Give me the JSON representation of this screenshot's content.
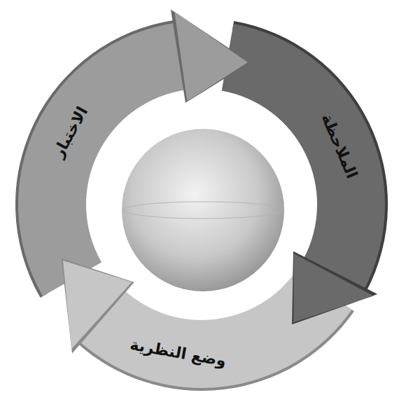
{
  "diagram": {
    "nodes": [
      {
        "text": [
          "الملاحظة"
        ]
      },
      {
        "text": [
          "وضع النظرية"
        ]
      },
      {
        "text": [
          "الاختبار"
        ]
      }
    ]
  }
}
